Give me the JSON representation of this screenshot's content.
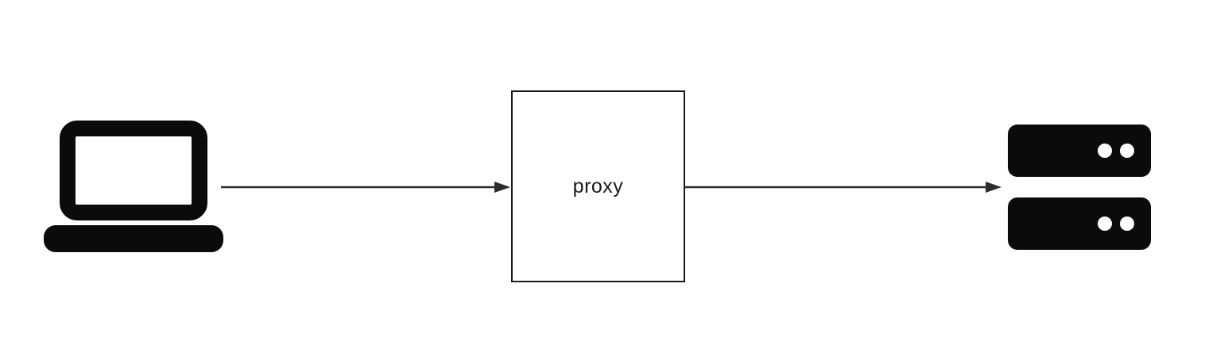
{
  "diagram": {
    "type": "flow",
    "nodes": {
      "client": {
        "icon": "laptop-icon"
      },
      "proxy": {
        "label": "proxy",
        "shape": "rectangle"
      },
      "backend": {
        "icon": "server-stack-icon"
      }
    },
    "edges": [
      {
        "from": "client",
        "to": "proxy"
      },
      {
        "from": "proxy",
        "to": "backend"
      }
    ],
    "colors": {
      "icon_fill": "#0b0b0b",
      "box_border": "#1a1a1a",
      "arrow": "#2d2d2d",
      "label_text": "#1a1a1a",
      "background": "#ffffff"
    }
  }
}
